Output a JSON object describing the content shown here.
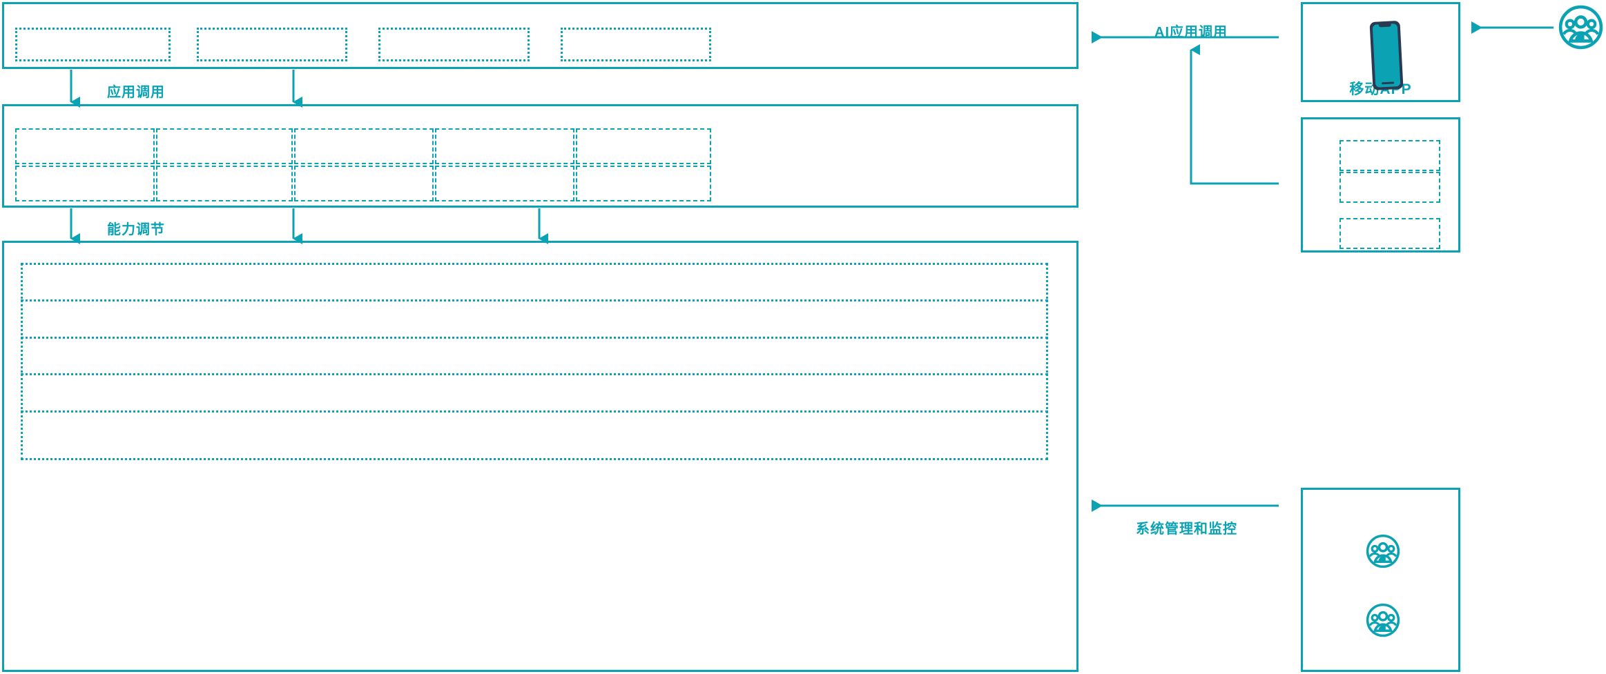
{
  "theme": {
    "accent": "#0BA3B4",
    "accent_dark": "#2B3A52",
    "background": "#FFFFFF"
  },
  "diagram": {
    "type": "layered-architecture",
    "orientation": "left-stack-with-right-actors"
  },
  "layers": {
    "application_layer": {
      "name": "application-layer",
      "title": "",
      "cells": [
        {
          "label": ""
        },
        {
          "label": ""
        },
        {
          "label": ""
        },
        {
          "label": ""
        }
      ]
    },
    "capability_layer": {
      "name": "capability-layer",
      "title": "",
      "columns": 5,
      "rows": 2,
      "cells": [
        {
          "label": ""
        },
        {
          "label": ""
        },
        {
          "label": ""
        },
        {
          "label": ""
        },
        {
          "label": ""
        },
        {
          "label": ""
        },
        {
          "label": ""
        },
        {
          "label": ""
        },
        {
          "label": ""
        },
        {
          "label": ""
        }
      ]
    },
    "platform_layer": {
      "name": "platform-layer",
      "title": "",
      "rows": [
        {
          "label": ""
        },
        {
          "label": ""
        },
        {
          "label": ""
        },
        {
          "label": ""
        },
        {
          "label": ""
        }
      ]
    }
  },
  "connectors": [
    {
      "id": "app-call",
      "label": "应用调用",
      "direction": "down"
    },
    {
      "id": "capability-tune",
      "label": "能力调节",
      "direction": "down"
    },
    {
      "id": "ai-app-call",
      "label": "AI应用调用",
      "direction": "left"
    },
    {
      "id": "sys-admin-mon",
      "label": "系统管理和监控",
      "direction": "left"
    }
  ],
  "actors": {
    "mobile_app": {
      "name": "mobile-app-panel",
      "label": "移动APP",
      "icon": "smartphone-icon"
    },
    "channel_panel": {
      "name": "channel-panel",
      "label": "",
      "cells": [
        {
          "label": ""
        },
        {
          "label": ""
        },
        {
          "label": ""
        }
      ]
    },
    "operations_panel": {
      "name": "operations-panel",
      "label": "",
      "icons": [
        {
          "name": "users-group-icon-top"
        },
        {
          "name": "users-group-icon-bottom"
        }
      ]
    },
    "end_user": {
      "name": "end-user-actor",
      "label": "",
      "icon": "users-group-icon"
    }
  }
}
